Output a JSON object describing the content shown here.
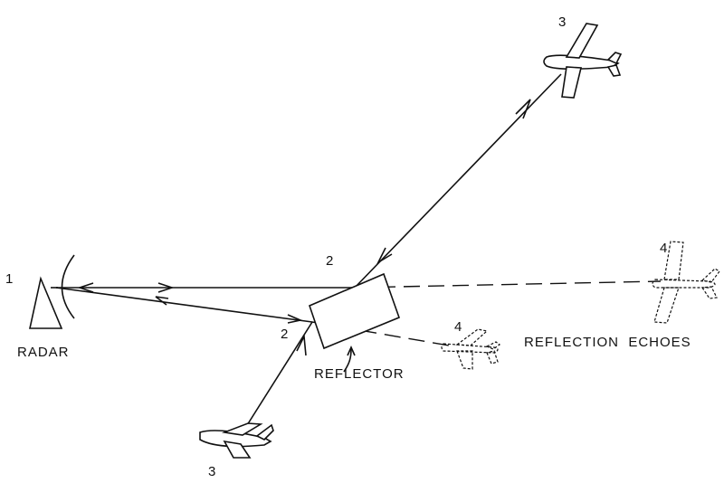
{
  "labels": {
    "radar": "RADAR",
    "reflector": "REFLECTOR",
    "reflection_echoes": "REFLECTION  ECHOES"
  },
  "numbers": {
    "radar_ref": "1",
    "reflector_top_ref": "2",
    "reflector_left_ref": "2",
    "aircraft_upper_ref": "3",
    "aircraft_lower_ref": "3",
    "echo_right_ref": "4",
    "echo_middle_ref": "4"
  },
  "colors": {
    "ink": "#111111",
    "background": "#ffffff"
  }
}
